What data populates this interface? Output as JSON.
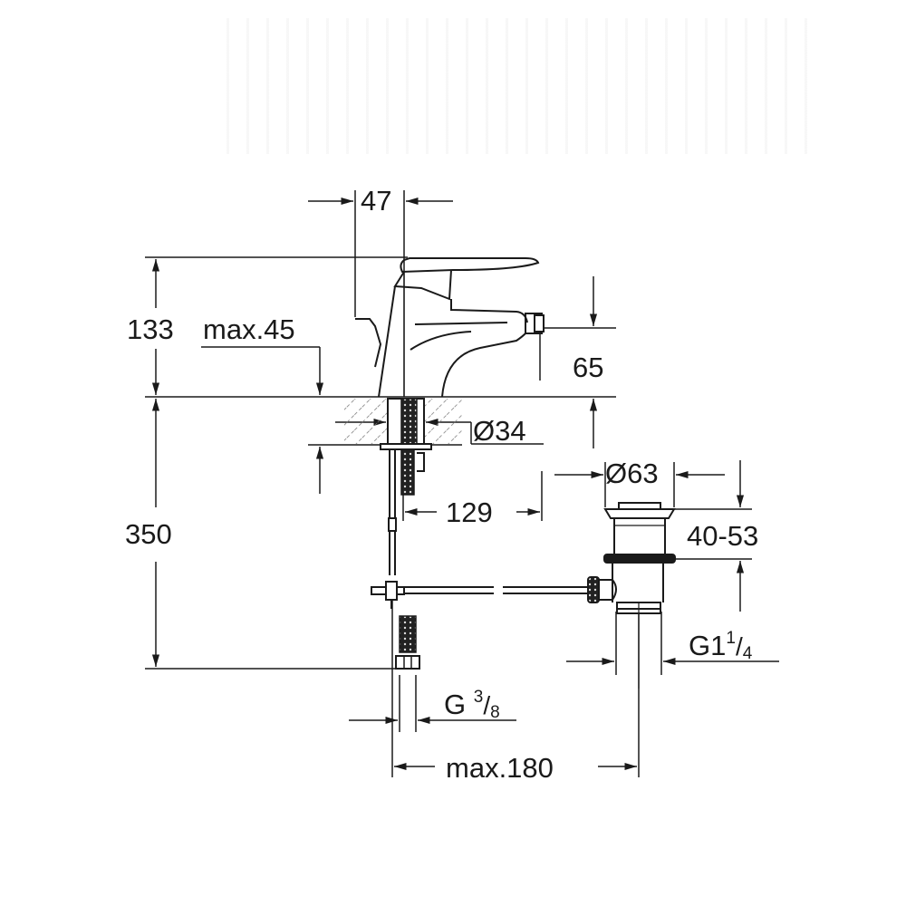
{
  "diagram": {
    "type": "technical-dimension-drawing",
    "subject": "single-lever bidet mixer with pop-up waste",
    "line_color": "#1a1a1a",
    "hatch_color": "#555555",
    "background": "#ffffff"
  },
  "dimensions": {
    "spout_offset": "47",
    "overall_height": "133",
    "deck_thickness": "max.45",
    "outlet_height": "65",
    "mounting_hole": "Ø34",
    "waste_flange": "Ø63",
    "tail_to_waste": "129",
    "below_deck_length": "350",
    "waste_adjust": "40-53",
    "waste_thread": {
      "base": "G1",
      "num": "1",
      "den": "4"
    },
    "supply_thread": {
      "base": "G",
      "num": "3",
      "den": "8"
    },
    "max_span": "max.180"
  }
}
